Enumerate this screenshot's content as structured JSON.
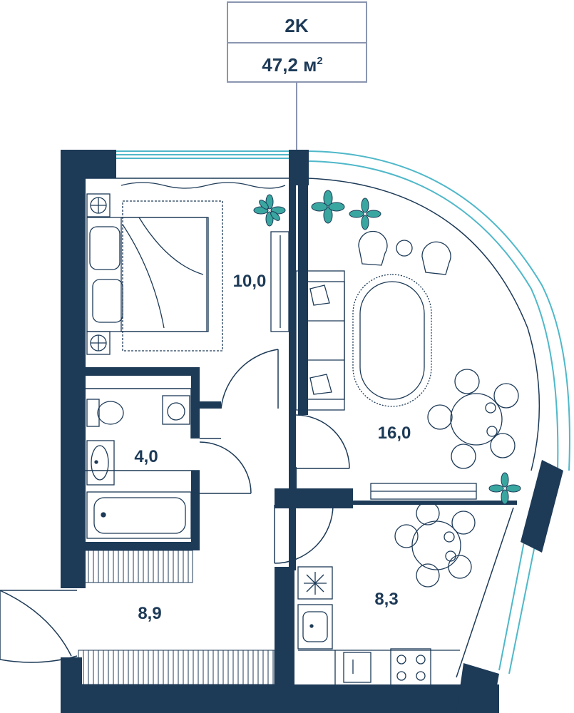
{
  "header": {
    "type_label": "2K",
    "area_value": "47,2 м",
    "area_unit_sup": "2"
  },
  "rooms": [
    {
      "id": "bedroom",
      "area": "10,0"
    },
    {
      "id": "bathroom",
      "area": "4,0"
    },
    {
      "id": "hall",
      "area": "8,9"
    },
    {
      "id": "living",
      "area": "16,0"
    },
    {
      "id": "kitchen",
      "area": "8,3"
    }
  ],
  "colors": {
    "wall": "#1d3a57",
    "line": "#1d3a57",
    "window": "#4fb8c9",
    "label_border": "#8a95b0",
    "text": "#1d3a57",
    "plant": "#3aa6a0"
  }
}
